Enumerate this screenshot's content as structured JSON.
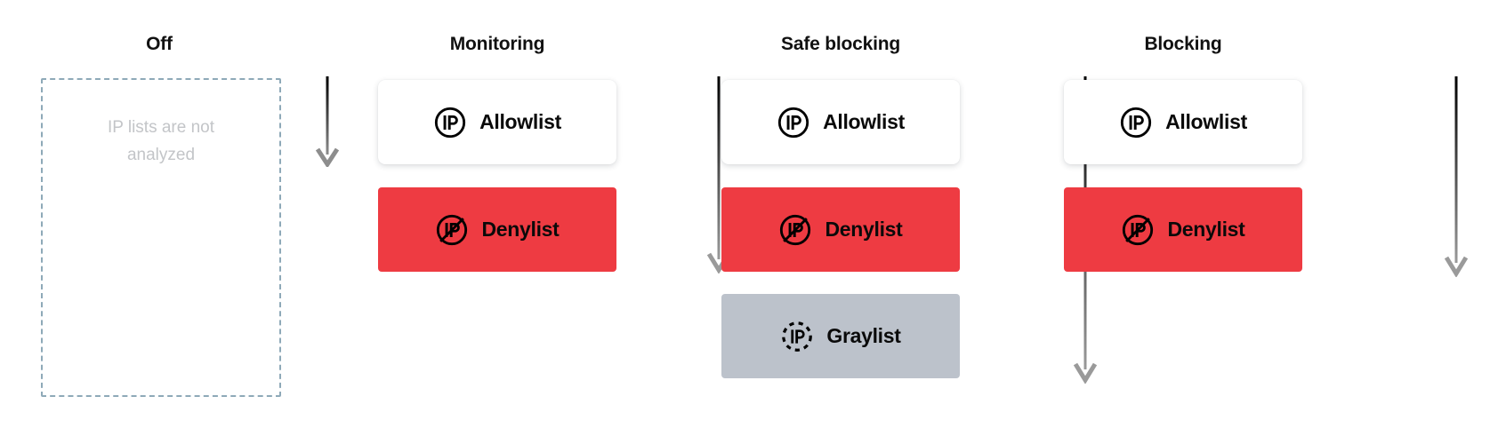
{
  "diagram": {
    "title_visible": false,
    "colors": {
      "allowlist_bg": "#ffffff",
      "denylist_bg": "#ee3b42",
      "graylist_bg": "#bcc2cb",
      "placeholder_border": "#8ea9b8",
      "placeholder_text": "#c3c5c8",
      "arrow_top": "#000000",
      "arrow_bottom": "#9a9a9a",
      "heading_text": "#111111"
    },
    "columns": [
      {
        "key": "off",
        "title": "Off",
        "empty": true,
        "placeholder_text": "IP lists are not analyzed",
        "cards": []
      },
      {
        "key": "monitoring",
        "title": "Monitoring",
        "empty": false,
        "cards": [
          {
            "label": "Allowlist",
            "icon": "ip-circle-icon",
            "variant": "allow"
          },
          {
            "label": "Denylist",
            "icon": "ip-circle-slash-icon",
            "variant": "deny"
          }
        ]
      },
      {
        "key": "safe-blocking",
        "title": "Safe blocking",
        "empty": false,
        "cards": [
          {
            "label": "Allowlist",
            "icon": "ip-circle-icon",
            "variant": "allow"
          },
          {
            "label": "Denylist",
            "icon": "ip-circle-slash-icon",
            "variant": "deny"
          },
          {
            "label": "Graylist",
            "icon": "ip-dashed-circle-icon",
            "variant": "gray"
          }
        ]
      },
      {
        "key": "blocking",
        "title": "Blocking",
        "empty": false,
        "cards": [
          {
            "label": "Allowlist",
            "icon": "ip-circle-icon",
            "variant": "allow"
          },
          {
            "label": "Denylist",
            "icon": "ip-circle-slash-icon",
            "variant": "deny"
          }
        ]
      }
    ],
    "arrows": [
      {
        "key": "arrow-off-to-monitoring",
        "icon": "arrow-down-icon"
      },
      {
        "key": "arrow-monitoring-to-safe-blocking",
        "icon": "arrow-down-icon"
      },
      {
        "key": "arrow-safe-blocking-to-blocking",
        "icon": "arrow-down-icon"
      },
      {
        "key": "arrow-blocking-next",
        "icon": "arrow-down-icon"
      }
    ]
  }
}
